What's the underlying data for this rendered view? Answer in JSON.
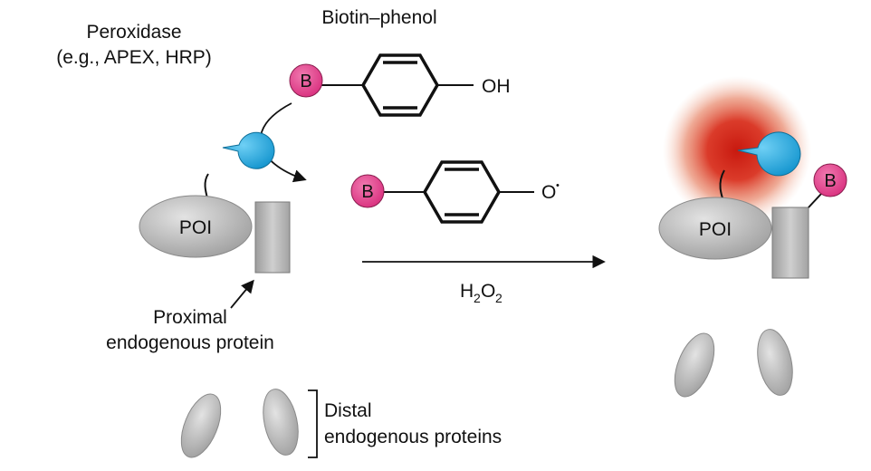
{
  "labels": {
    "peroxidase_line1": "Peroxidase",
    "peroxidase_line2": "(e.g., APEX, HRP)",
    "biotin_phenol": "Biotin–phenol",
    "oh": "OH",
    "o_radical": "O",
    "radical_dot": "•",
    "poi": "POI",
    "b": "B",
    "h2o2_h": "H",
    "h2o2_2a": "2",
    "h2o2_o": "O",
    "h2o2_2b": "2",
    "proximal_line1": "Proximal",
    "proximal_line2": "endogenous protein",
    "distal_line1": "Distal",
    "distal_line2": "endogenous proteins"
  },
  "colors": {
    "biotin_pink": "#e8488f",
    "peroxidase_cyan": "#29a8df",
    "protein_gray": "#bdbdbd",
    "labeling_cloud_red": "#d9311f",
    "outline": "#111111"
  }
}
